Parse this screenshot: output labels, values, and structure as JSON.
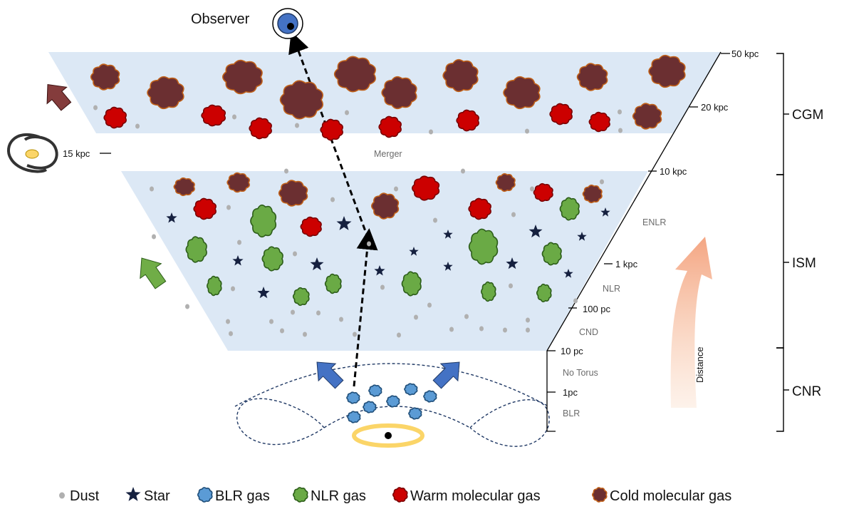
{
  "observer": {
    "label": "Observer"
  },
  "scale_labels": [
    "50 kpc",
    "20 kpc",
    "10 kpc",
    "1 kpc",
    "100 pc",
    "10 pc",
    "1pc",
    "15 kpc"
  ],
  "region_labels": [
    "Merger",
    "ENLR",
    "NLR",
    "CND",
    "No Torus",
    "BLR"
  ],
  "zones": [
    "CGM",
    "ISM",
    "CNR"
  ],
  "distance_label": "Distance",
  "legend": [
    {
      "label": "Dust",
      "icon": "dust-dot-icon"
    },
    {
      "label": "Star",
      "icon": "star-icon"
    },
    {
      "label": "BLR gas",
      "icon": "blr-cloud-icon"
    },
    {
      "label": "NLR gas",
      "icon": "nlr-cloud-icon"
    },
    {
      "label": "Warm molecular gas",
      "icon": "warm-cloud-icon"
    },
    {
      "label": "Cold molecular gas",
      "icon": "cold-cloud-icon"
    }
  ],
  "colors": {
    "panel": "#dce8f5",
    "cold_gas": "#6b2f31",
    "cold_gas_edge": "#c0611a",
    "warm_gas": "#cc0000",
    "warm_gas_edge": "#7a0000",
    "nlr_gas": "#6aaa45",
    "nlr_gas_edge": "#2d5e1a",
    "blr_gas": "#5b9bd5",
    "blr_gas_edge": "#1f4e79",
    "dust": "#b0b0b0",
    "star": "#15203f",
    "accretion_disk": "#fbd568",
    "observer_eye": "#4472c4",
    "outflow_blue": "#4472c4",
    "outflow_green": "#70ad47",
    "outflow_brown": "#843c3c",
    "distance_arrow": "#f4b183"
  }
}
